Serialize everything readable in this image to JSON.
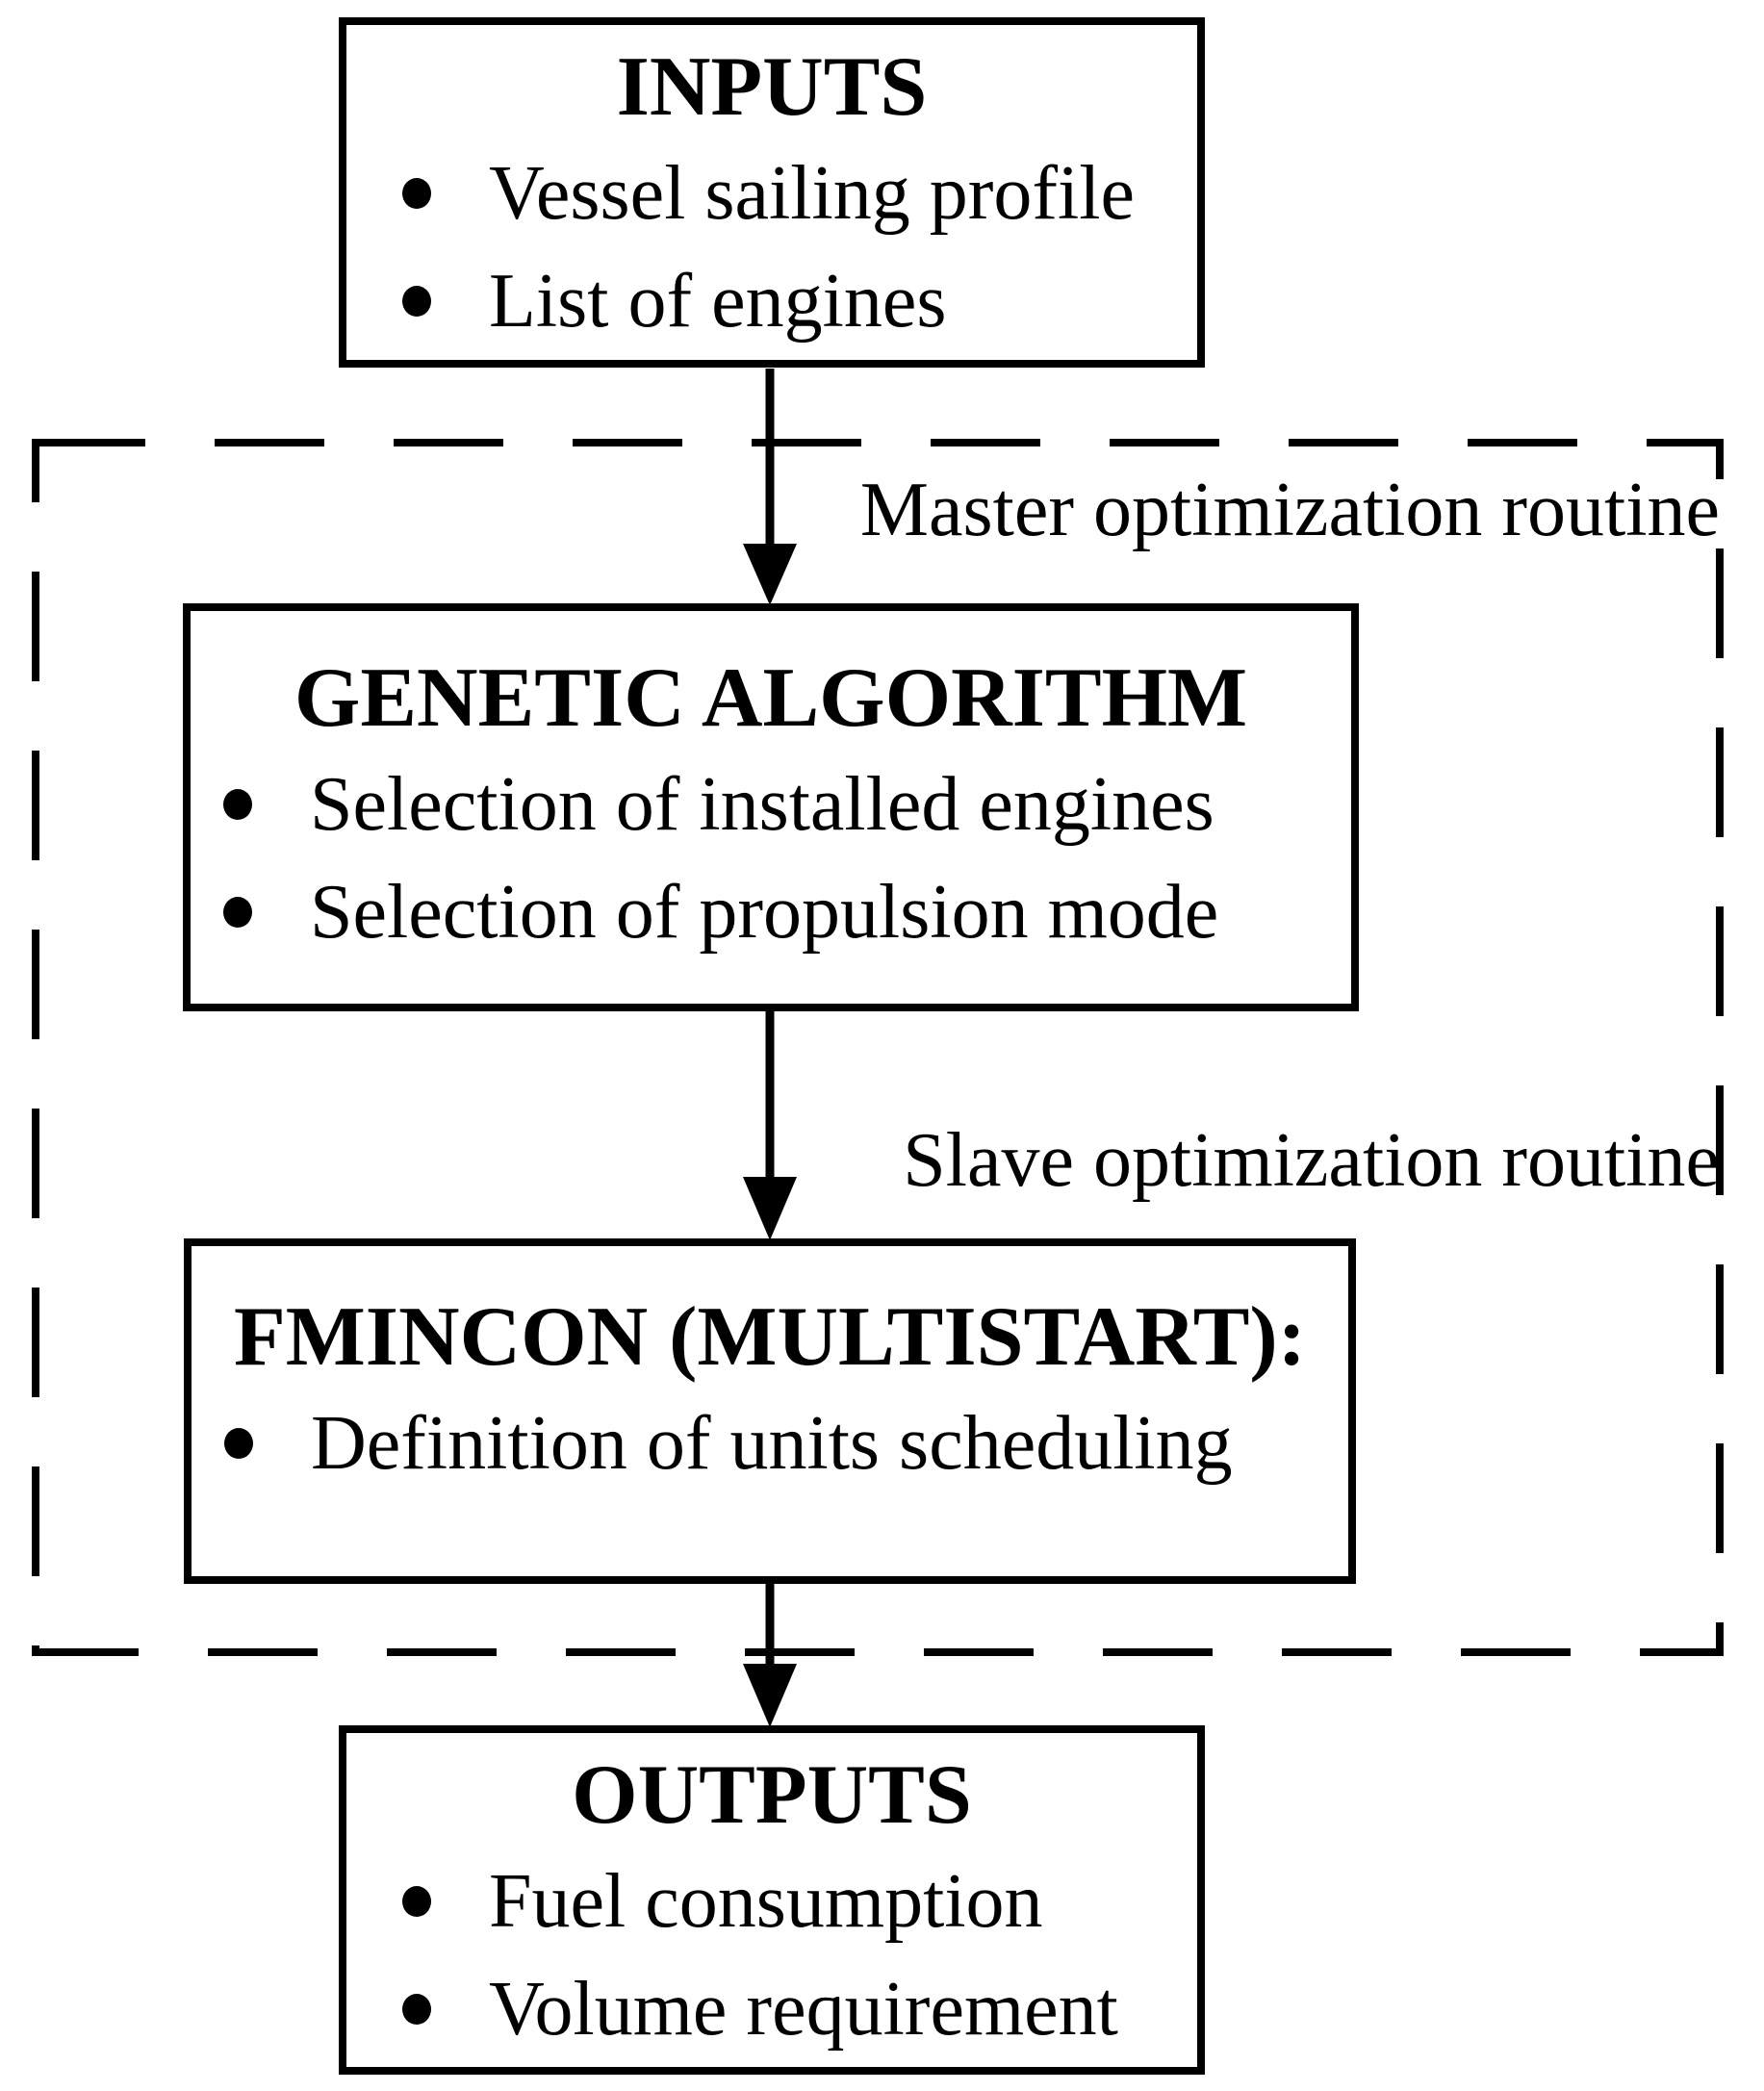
{
  "diagram": {
    "title_hint": "Optimization routine flowchart",
    "colors": {
      "ink": "#000000",
      "background": "#ffffff"
    },
    "inputs": {
      "title": "INPUTS",
      "items": [
        "Vessel sailing profile",
        "List of engines"
      ]
    },
    "master_routine_label": "Master optimization routine",
    "genetic": {
      "title": "GENETIC ALGORITHM",
      "items": [
        "Selection of installed engines",
        "Selection of propulsion mode"
      ]
    },
    "slave_routine_label": "Slave optimization routine",
    "fmincon": {
      "title": "FMINCON (MULTISTART):",
      "items": [
        "Definition of units scheduling"
      ]
    },
    "outputs": {
      "title": "OUTPUTS",
      "items": [
        "Fuel consumption",
        "Volume requirement"
      ]
    }
  }
}
